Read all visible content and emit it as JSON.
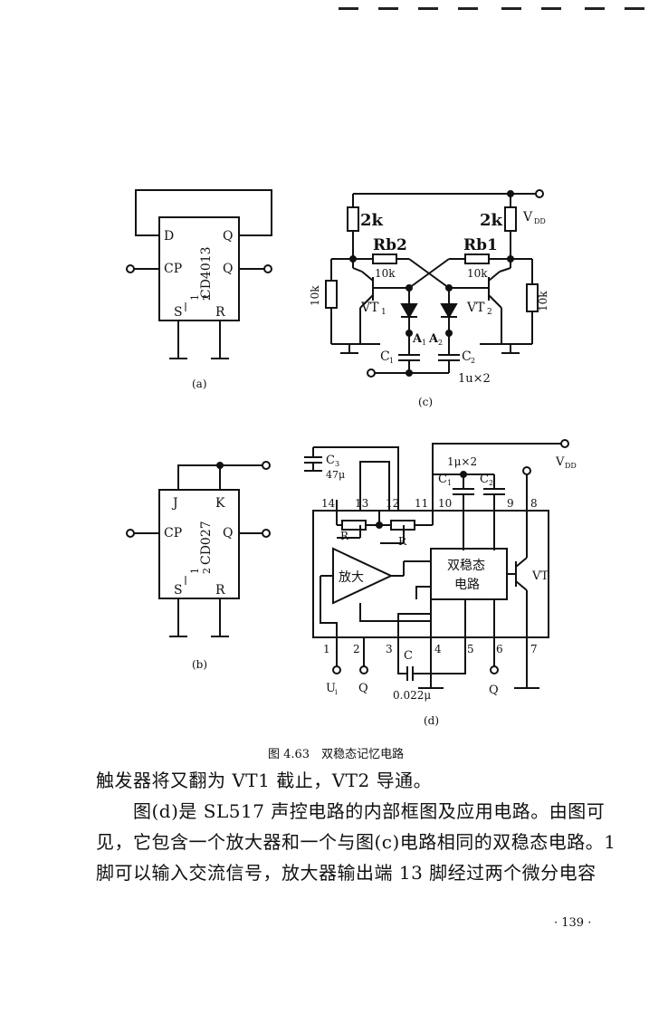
{
  "figure": {
    "a": {
      "chip": "CD4013",
      "frac_num": "1",
      "frac_den": "2",
      "pin_d": "D",
      "pin_cp": "CP",
      "pin_q": "Q",
      "pin_qbar": "Q",
      "pin_s": "S",
      "pin_r": "R",
      "sublabel": "(a)"
    },
    "b": {
      "chip": "CD027",
      "frac_num": "1",
      "frac_den": "2",
      "pin_j": "J",
      "pin_k": "K",
      "pin_cp": "CP",
      "pin_q": "Q",
      "pin_s": "S",
      "pin_r": "R",
      "sublabel": "(b)"
    },
    "c": {
      "r_top_left": "2k",
      "r_top_right": "2k",
      "vdd": "V",
      "vdd_sub": "DD",
      "rb2": "Rb2",
      "rb1": "Rb1",
      "r_10k_left": "10k",
      "r_10k_right": "10k",
      "r_side_left": "10k",
      "r_side_right": "10k",
      "vt1": "VT",
      "vt1_sub": "1",
      "vt2": "VT",
      "vt2_sub": "2",
      "a1": "A",
      "a1_sub": "1",
      "a2": "A",
      "a2_sub": "2",
      "c1": "C",
      "c1_sub": "1",
      "c2": "C",
      "c2_sub": "2",
      "cap_value": "1u×2",
      "sublabel": "(c)"
    },
    "d": {
      "c3": "C",
      "c3_sub": "3",
      "c3_value": "47μ",
      "vdd": "V",
      "vdd_sub": "DD",
      "cap_value": "1μ×2",
      "c1": "C",
      "c1_sub": "1",
      "c2": "C",
      "c2_sub": "2",
      "pins_top": [
        "14",
        "13",
        "12",
        "11",
        "10",
        "9",
        "8"
      ],
      "pins_bottom": [
        "1",
        "2",
        "3",
        "4",
        "5",
        "6",
        "7"
      ],
      "r1": "R",
      "r2": "R",
      "amp": "放大",
      "bistable_l1": "双稳态",
      "bistable_l2": "电路",
      "vt": "VT",
      "ui": "U",
      "ui_sub": "i",
      "q_left": "Q",
      "q_right": "Q",
      "c4": "C",
      "c4_value": "0.022μ",
      "sublabel": "(d)"
    },
    "caption": "图 4.63　双稳态记忆电路"
  },
  "body_lines": [
    "触发器将又翻为 VT1 截止，VT2 导通。",
    "　　图(d)是 SL517 声控电路的内部框图及应用电路。由图可",
    "见，它包含一个放大器和一个与图(c)电路相同的双稳态电路。1",
    "脚可以输入交流信号，放大器输出端 13 脚经过两个微分电容"
  ],
  "page_number": "· 139 ·"
}
